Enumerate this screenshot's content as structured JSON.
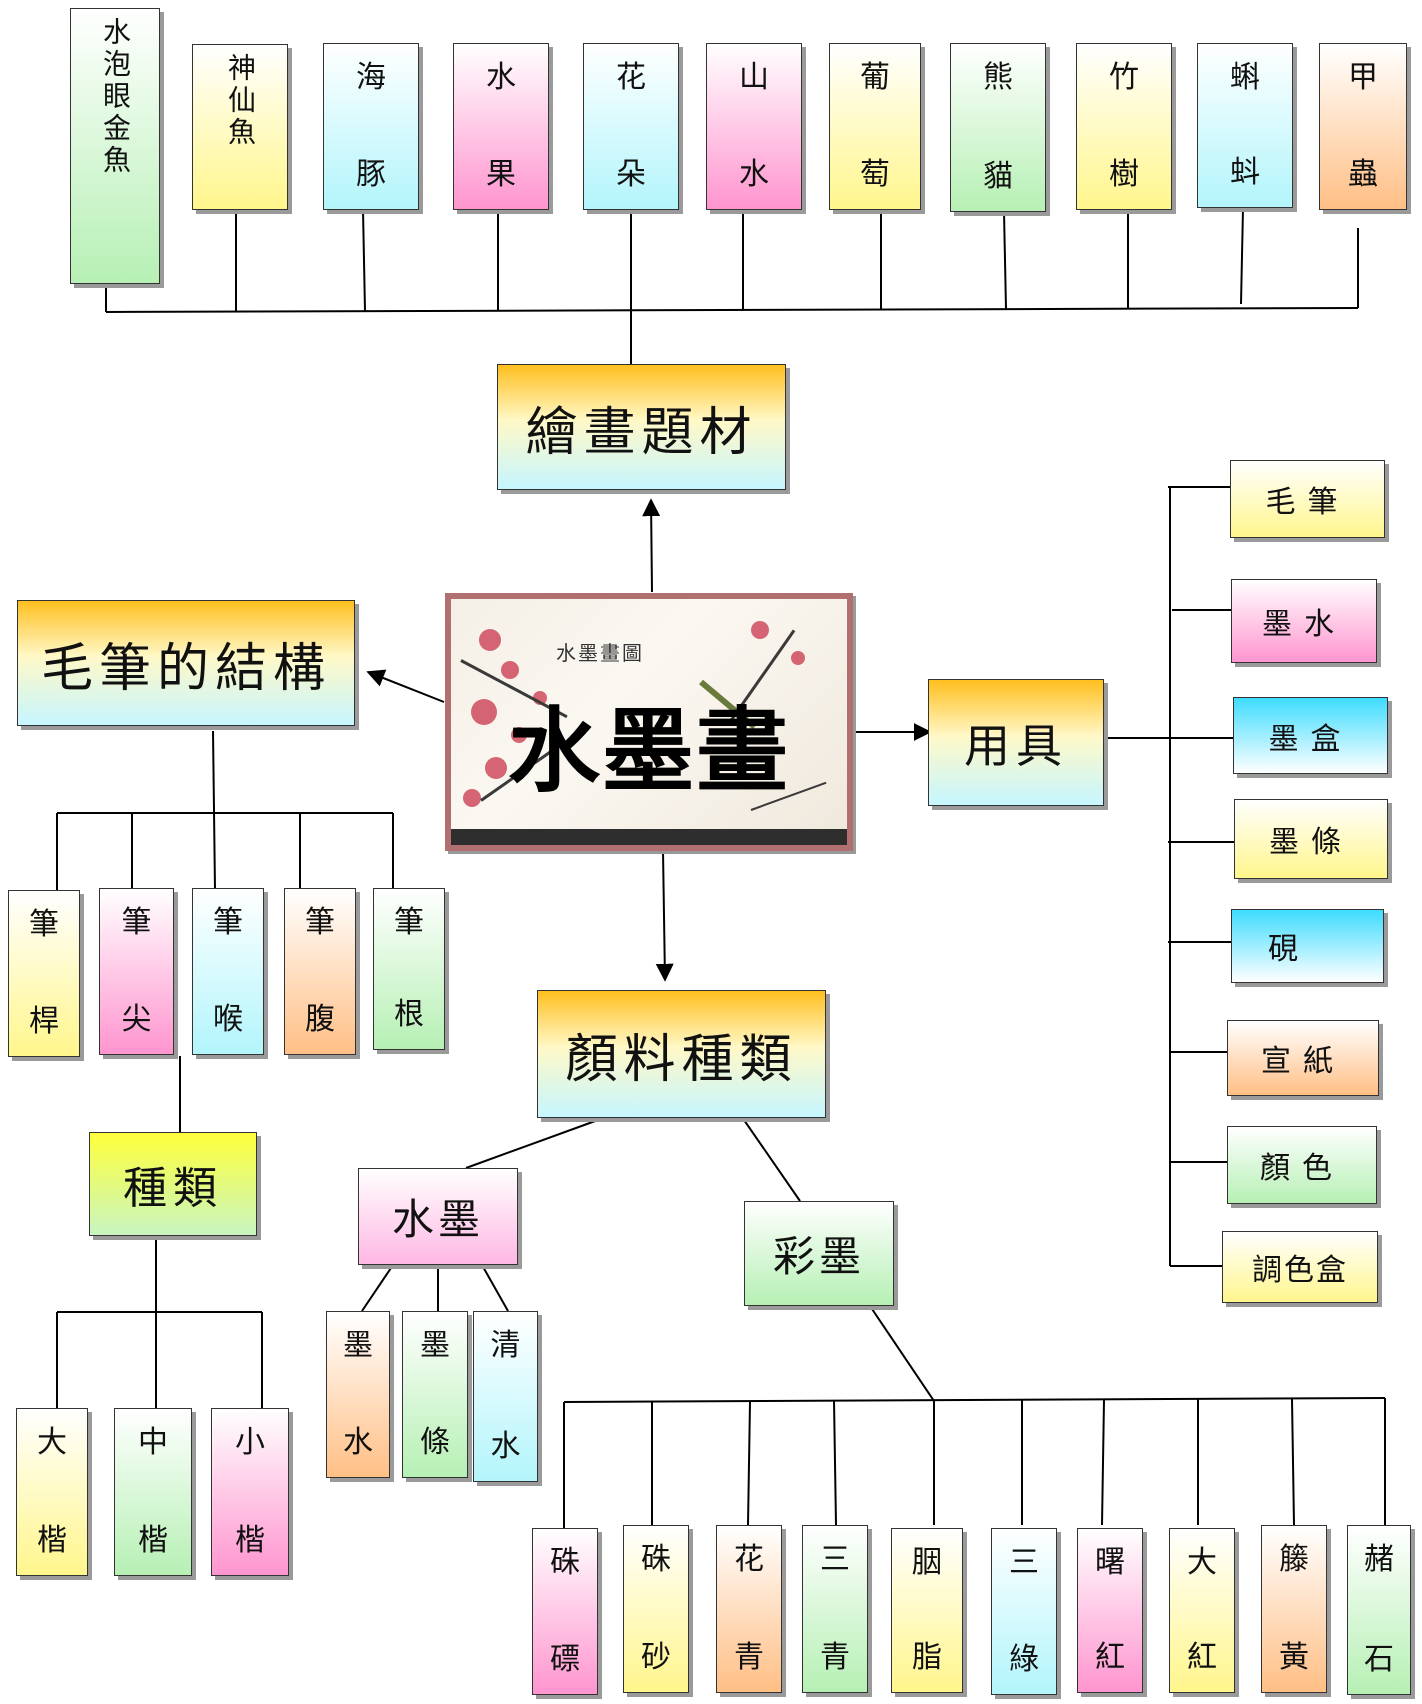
{
  "center": {
    "title": "水墨畫",
    "caption": "水墨畫圖"
  },
  "top": {
    "title": "繪畫題材",
    "items": [
      "水泡眼金魚",
      "神仙魚",
      "海豚",
      "水果",
      "花朵",
      "山水",
      "葡萄",
      "熊貓",
      "竹樹",
      "蝌蚪",
      "甲蟲"
    ]
  },
  "brush": {
    "title": "毛筆的結構",
    "parts": [
      "筆桿",
      "筆尖",
      "筆喉",
      "筆腹",
      "筆根"
    ],
    "types_title": "種類",
    "types": [
      "大楷",
      "中楷",
      "小楷"
    ]
  },
  "tools": {
    "title": "用具",
    "items": [
      "毛筆",
      "墨水",
      "墨盒",
      "墨條",
      "硯",
      "宣紙",
      "顏色",
      "調色盒"
    ]
  },
  "pigment": {
    "title": "顏料種類",
    "ink_title": "水墨",
    "ink_items": [
      "墨水",
      "墨條",
      "清水"
    ],
    "color_title": "彩墨",
    "color_items": [
      "硃磦",
      "硃砂",
      "花青",
      "三青",
      "胭脂",
      "三綠",
      "曙紅",
      "大紅",
      "籐黃",
      "赭石"
    ]
  },
  "colors": {
    "green": "#b6f0b4",
    "yellow": "#fff68c",
    "cyan": "#b2f5fb",
    "pink": "#ff95cf",
    "orange": "#ffbf85",
    "main_top": "#ffbf1f"
  }
}
